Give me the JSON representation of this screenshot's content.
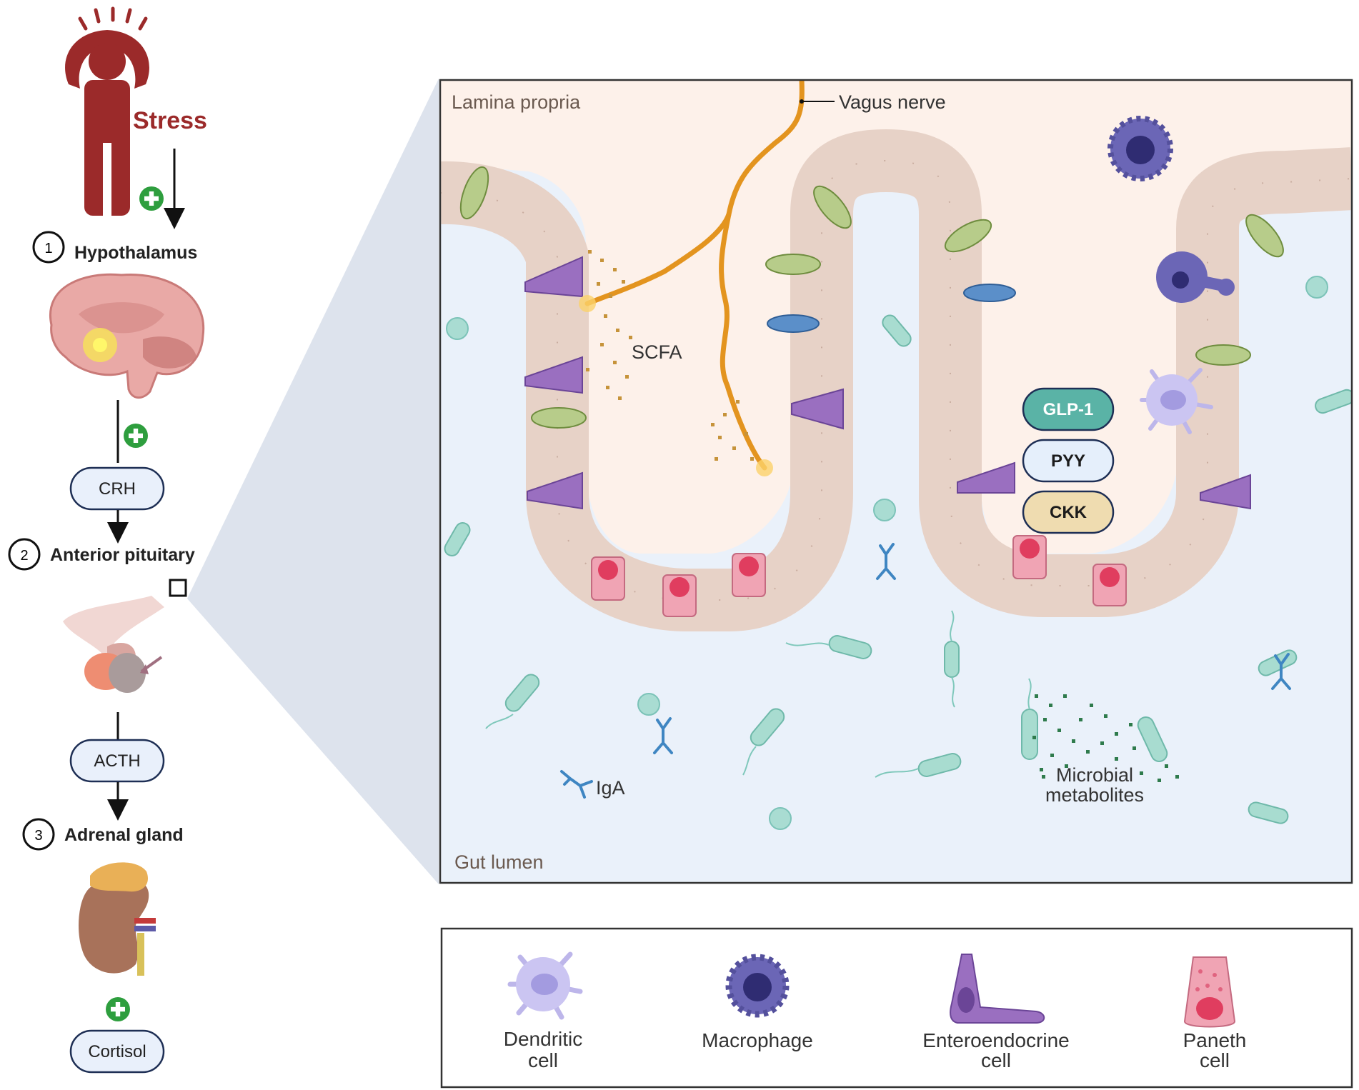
{
  "left_pathway": {
    "stress_label": "Stress",
    "steps": [
      {
        "number": "1",
        "label": "Hypothalamus"
      },
      {
        "number": "2",
        "label": "Anterior pituitary"
      },
      {
        "number": "3",
        "label": "Adrenal gland"
      }
    ],
    "hormones": [
      "CRH",
      "ACTH",
      "Cortisol"
    ],
    "plus_icon": "plus-circle-icon",
    "colors": {
      "stress": "#9b2a2a",
      "plus": "#2e9e3e",
      "hormone_fill": "#e9f0fb",
      "hormone_stroke": "#1e2f55"
    }
  },
  "zoom_panel": {
    "region_top": "Lamina propria",
    "region_bottom": "Gut lumen",
    "annotations": {
      "vagus": "Vagus nerve",
      "scfa": "SCFA",
      "iga": "IgA",
      "metabolites_line1": "Microbial",
      "metabolites_line2": "metabolites"
    },
    "hormone_pills": [
      {
        "label": "GLP-1",
        "fill": "#5ab3a6",
        "text_color": "#ffffff"
      },
      {
        "label": "PYY",
        "fill": "#e5effb",
        "text_color": "#1c1c1c"
      },
      {
        "label": "CKK",
        "fill": "#efdcb0",
        "text_color": "#1c1c1c"
      }
    ],
    "colors": {
      "lamina": "#fdf1ea",
      "lumen": "#eaf1fa",
      "nerve": "#e3941f",
      "epithelium": "#ead8cf"
    }
  },
  "legend": {
    "items": [
      {
        "line1": "Dendritic",
        "line2": "cell",
        "icon": "dendritic-cell-icon"
      },
      {
        "line1": "Macrophage",
        "line2": "",
        "icon": "macrophage-icon"
      },
      {
        "line1": "Enteroendocrine",
        "line2": "cell",
        "icon": "enteroendocrine-cell-icon"
      },
      {
        "line1": "Paneth",
        "line2": "cell",
        "icon": "paneth-cell-icon"
      }
    ]
  }
}
